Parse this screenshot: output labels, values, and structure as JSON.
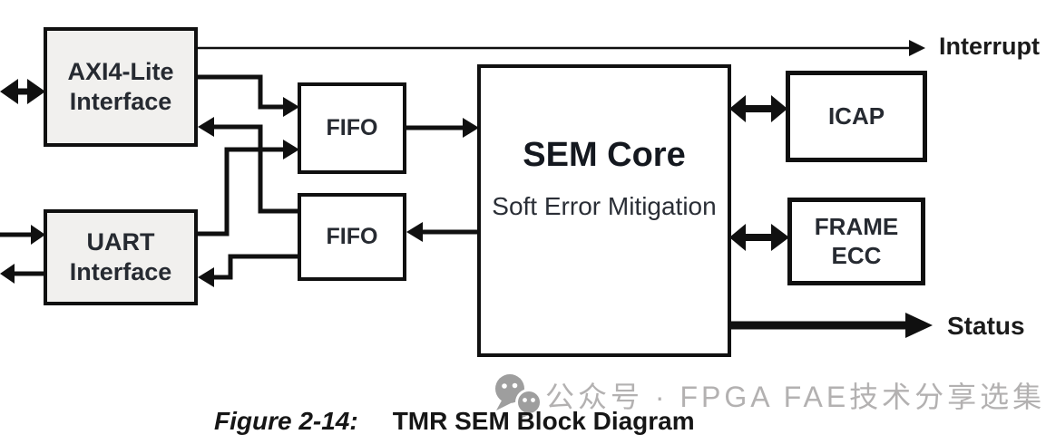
{
  "blocks": {
    "axi_lite": {
      "line1": "AXI4-Lite",
      "line2": "Interface"
    },
    "uart": {
      "line1": "UART",
      "line2": "Interface"
    },
    "fifo_top": {
      "label": "FIFO"
    },
    "fifo_bottom": {
      "label": "FIFO"
    },
    "sem_core": {
      "title": "SEM Core",
      "subtitle": "Soft Error Mitigation"
    },
    "icap": {
      "label": "ICAP"
    },
    "frame_ecc": {
      "line1": "FRAME",
      "line2": "ECC"
    }
  },
  "labels": {
    "interrupt": "Interrupt",
    "status": "Status"
  },
  "connections": [
    {
      "from": "external",
      "to": "AXI4-Lite Interface",
      "type": "bidirectional"
    },
    {
      "from": "external",
      "to": "UART Interface",
      "type": "in"
    },
    {
      "from": "UART Interface",
      "to": "external",
      "type": "out"
    },
    {
      "from": "AXI4-Lite Interface",
      "to": "Interrupt",
      "type": "out"
    },
    {
      "from": "AXI4-Lite Interface",
      "to": "FIFO (top)",
      "type": "out"
    },
    {
      "from": "UART Interface",
      "to": "FIFO (top)",
      "type": "out"
    },
    {
      "from": "FIFO (top)",
      "to": "SEM Core",
      "type": "out"
    },
    {
      "from": "SEM Core",
      "to": "FIFO (bottom)",
      "type": "out"
    },
    {
      "from": "FIFO (bottom)",
      "to": "AXI4-Lite Interface",
      "type": "out"
    },
    {
      "from": "FIFO (bottom)",
      "to": "UART Interface",
      "type": "out"
    },
    {
      "from": "SEM Core",
      "to": "ICAP",
      "type": "bidirectional"
    },
    {
      "from": "SEM Core",
      "to": "FRAME ECC",
      "type": "bidirectional"
    },
    {
      "from": "SEM Core",
      "to": "Status",
      "type": "out"
    }
  ],
  "caption": {
    "figure": "Figure 2-14:",
    "title": "TMR SEM Block Diagram"
  },
  "watermark": {
    "icon": "wechat-icon",
    "text": "公众号 · FPGA FAE技术分享选集"
  },
  "colors": {
    "line": "#101010",
    "box_border": "#101010",
    "box_fill_gray": "#f1f0ee",
    "box_fill_white": "#ffffff",
    "text": "#262a31",
    "watermark_gray": "#b3b1b1",
    "watermark_icon_gray": "#9e9e9e",
    "background": "#ffffff"
  }
}
